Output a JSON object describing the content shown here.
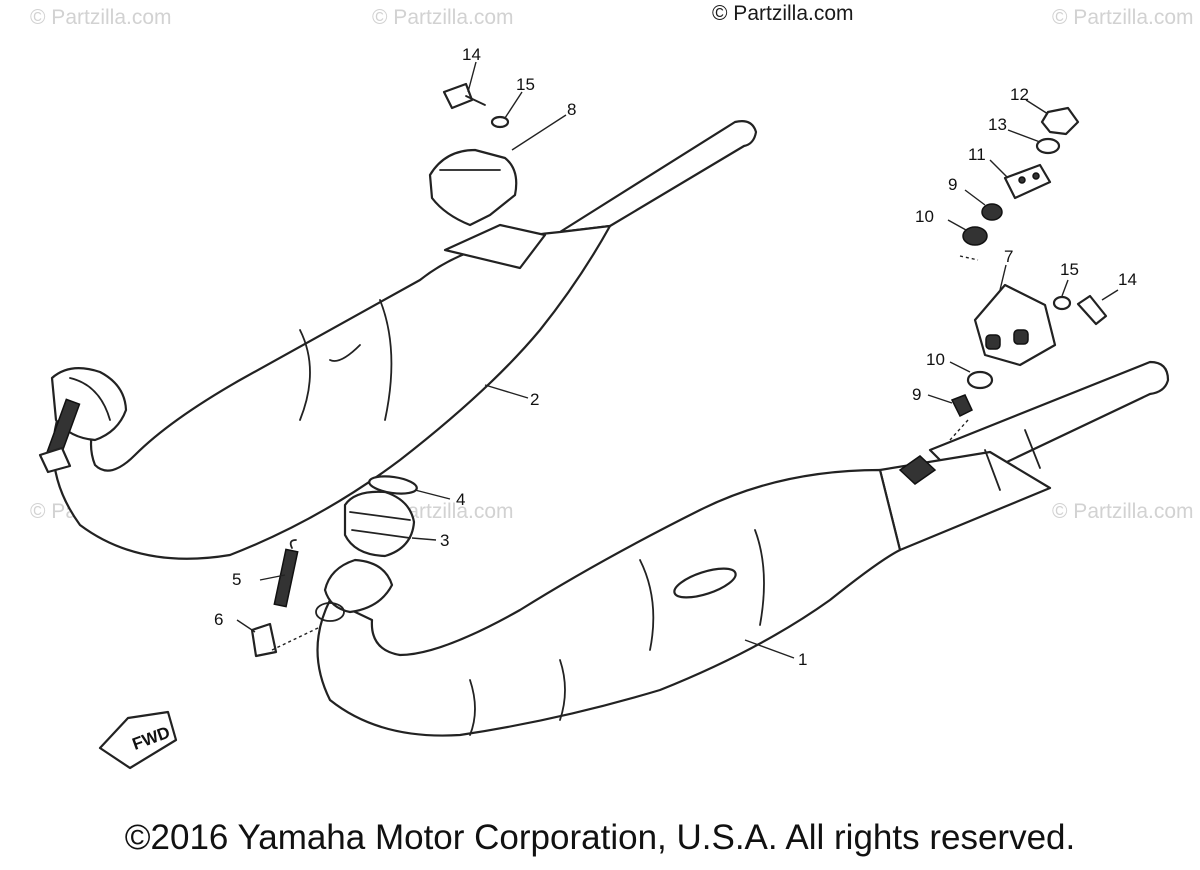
{
  "watermarks": {
    "main": "© Partzilla.com",
    "faint": "© Partzilla.com"
  },
  "callouts": {
    "c1": "1",
    "c2": "2",
    "c3": "3",
    "c4": "4",
    "c5": "5",
    "c6": "6",
    "c7": "7",
    "c8": "8",
    "c9a": "9",
    "c9b": "9",
    "c10a": "10",
    "c10b": "10",
    "c11": "11",
    "c12": "12",
    "c13": "13",
    "c14a": "14",
    "c14b": "14",
    "c15a": "15",
    "c15b": "15"
  },
  "fwd_label": "FWD",
  "copyright": "©2016 Yamaha Motor Corporation, U.S.A. All rights reserved."
}
